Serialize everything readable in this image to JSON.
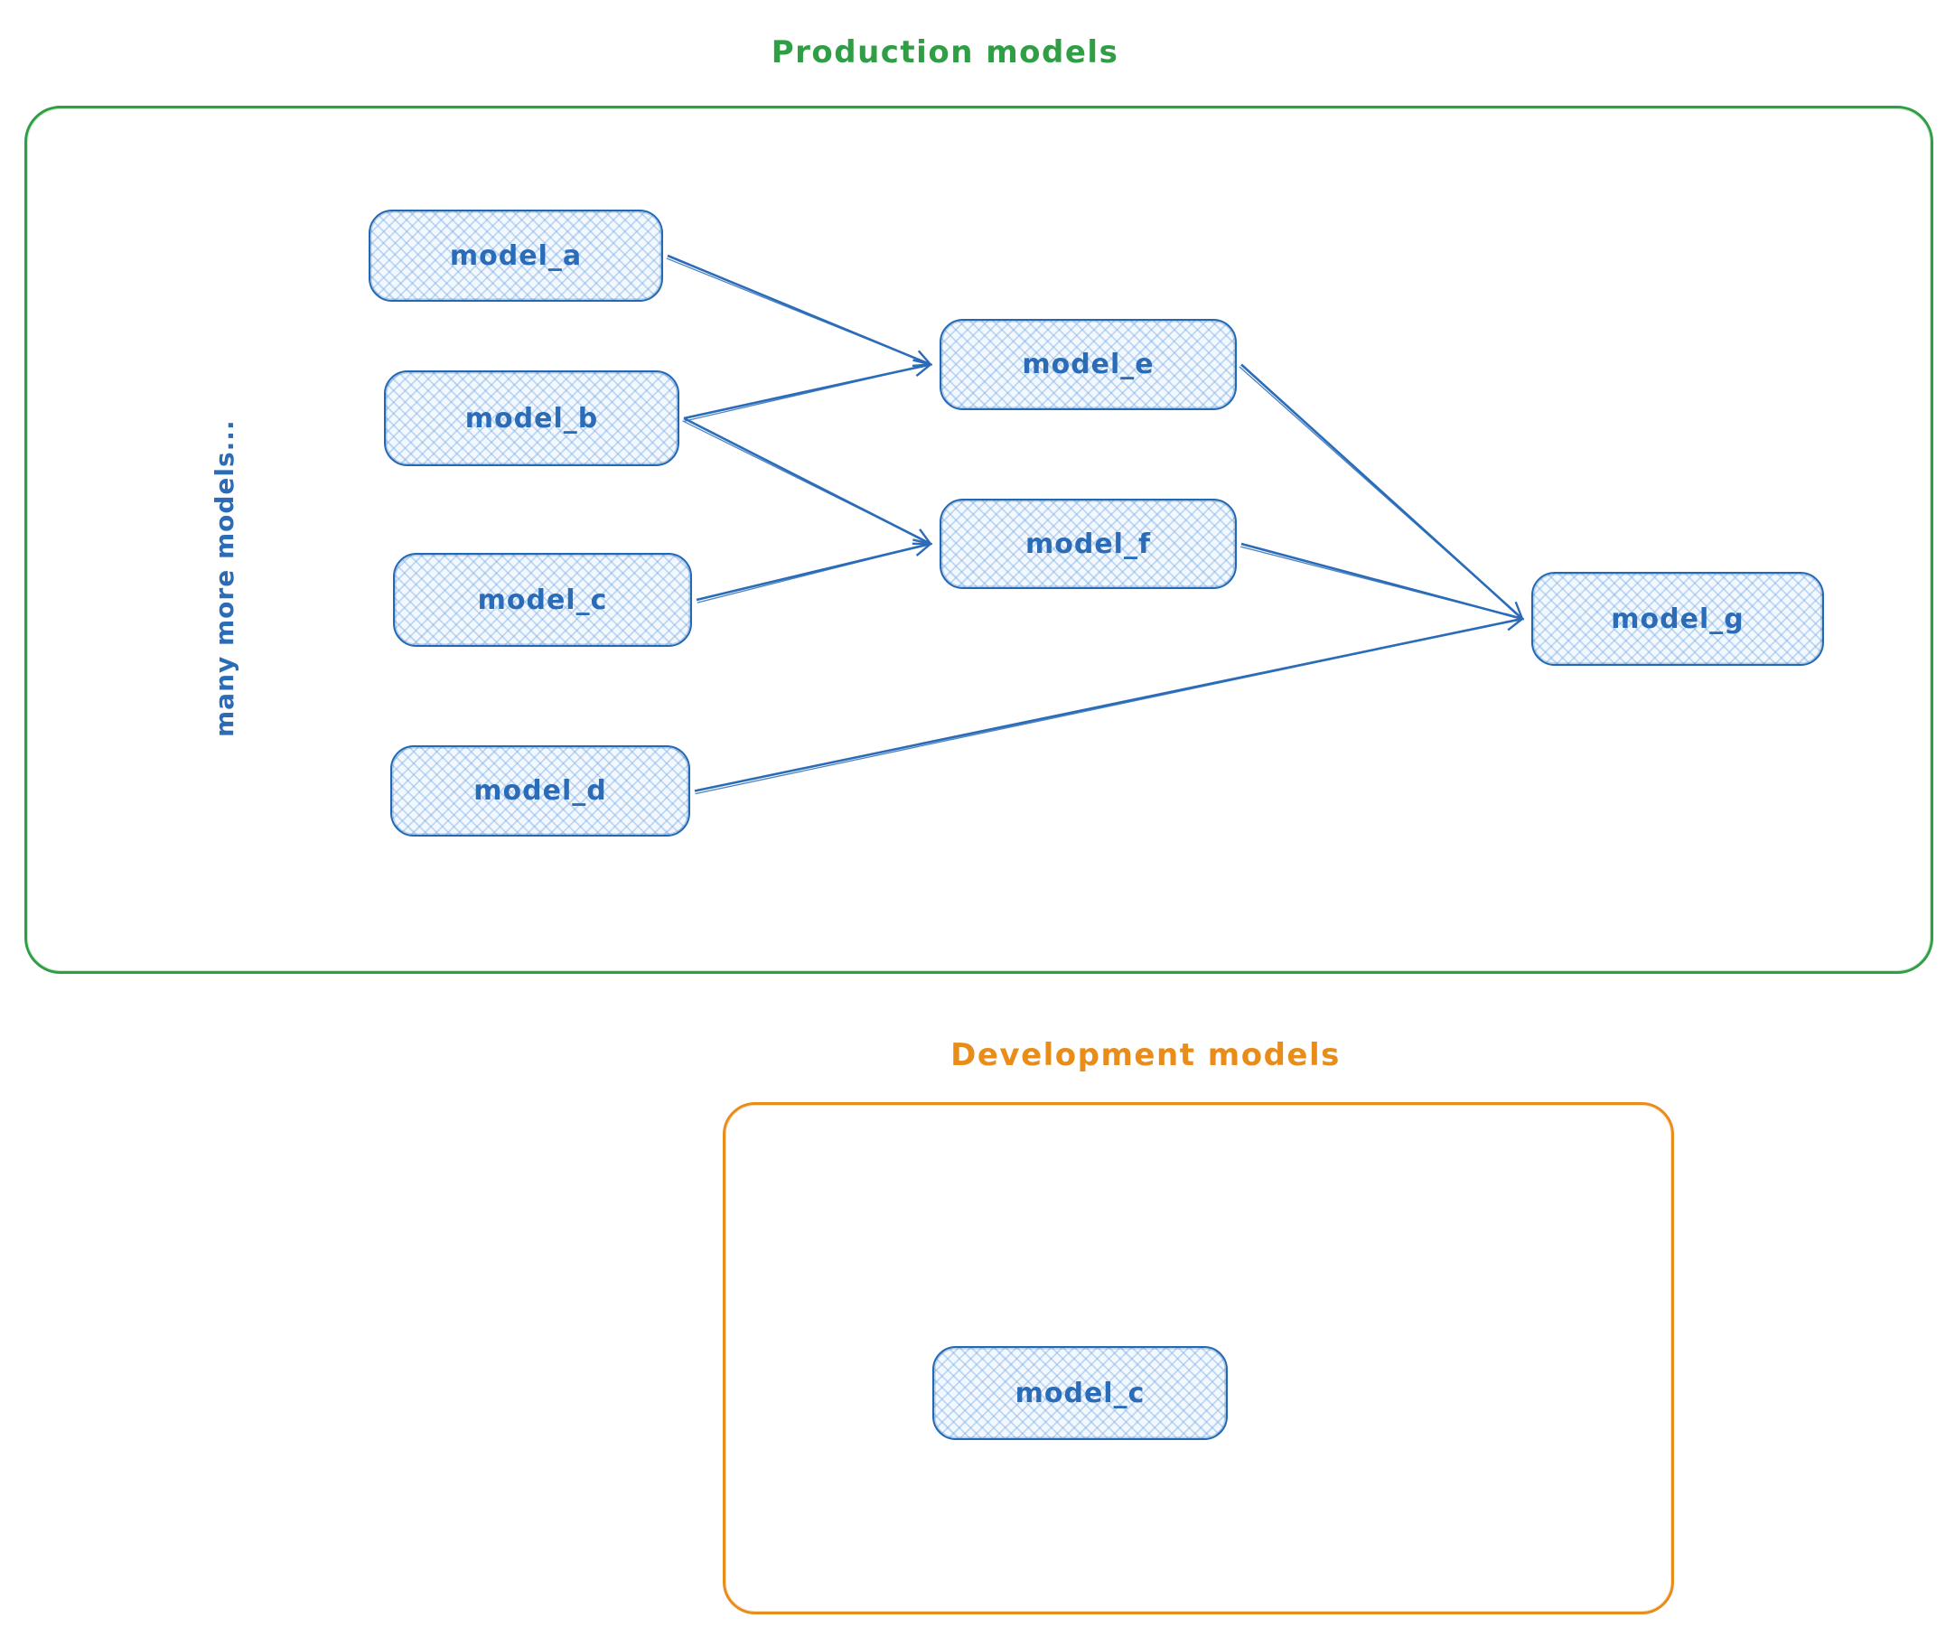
{
  "production": {
    "title": "Production models",
    "side_label": "many more models...",
    "nodes": [
      {
        "id": "model_a",
        "label": "model_a"
      },
      {
        "id": "model_b",
        "label": "model_b"
      },
      {
        "id": "model_c",
        "label": "model_c"
      },
      {
        "id": "model_d",
        "label": "model_d"
      },
      {
        "id": "model_e",
        "label": "model_e"
      },
      {
        "id": "model_f",
        "label": "model_f"
      },
      {
        "id": "model_g",
        "label": "model_g"
      }
    ]
  },
  "development": {
    "title": "Development models",
    "nodes": [
      {
        "id": "dev_model_c",
        "label": "model_c"
      }
    ]
  },
  "edges": [
    {
      "from": "model_a",
      "to": "model_e"
    },
    {
      "from": "model_b",
      "to": "model_e"
    },
    {
      "from": "model_b",
      "to": "model_f"
    },
    {
      "from": "model_c",
      "to": "model_f"
    },
    {
      "from": "model_d",
      "to": "model_g"
    },
    {
      "from": "model_e",
      "to": "model_g"
    },
    {
      "from": "model_f",
      "to": "model_g"
    }
  ],
  "colors": {
    "production_accent": "#2f9e44",
    "development_accent": "#e88c1a",
    "node_stroke": "#2268b2",
    "node_fill_hatch": "#7dafe6",
    "node_text": "#2b6cb8",
    "arrow": "#2b6cb8"
  }
}
